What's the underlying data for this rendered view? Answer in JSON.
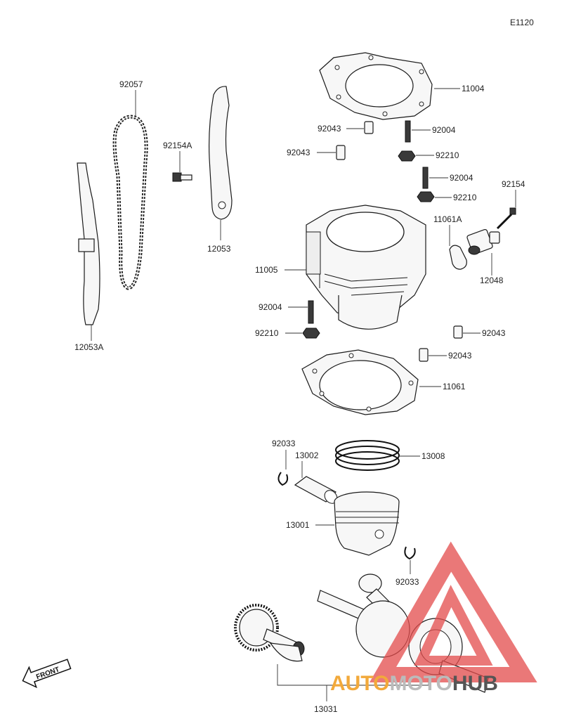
{
  "diagram_code": "E1120",
  "labels": {
    "p11004": "11004",
    "p92043a": "92043",
    "p92004a": "92004",
    "p92043b": "92043",
    "p92210a": "92210",
    "p92004b": "92004",
    "p92210b": "92210",
    "p92154": "92154",
    "p11061A": "11061A",
    "p12048": "12048",
    "p11005": "11005",
    "p92004c": "92004",
    "p92210c": "92210",
    "p92043c": "92043",
    "p92043d": "92043",
    "p11061": "11061",
    "p92057": "92057",
    "p92154A": "92154A",
    "p12053": "12053",
    "p12053A": "12053A",
    "p92033a": "92033",
    "p13002": "13002",
    "p13008": "13008",
    "p13001": "13001",
    "p92033b": "92033",
    "p13031": "13031"
  },
  "front_badge": "FRONT",
  "watermark": {
    "part1": "AUTO",
    "part2": "MOTO",
    "part3": "HUB",
    "color_triangle": "#e34b4b",
    "color_text1": "#f2a93b",
    "color_text2": "#bbbbbb",
    "color_text3": "#555555"
  }
}
